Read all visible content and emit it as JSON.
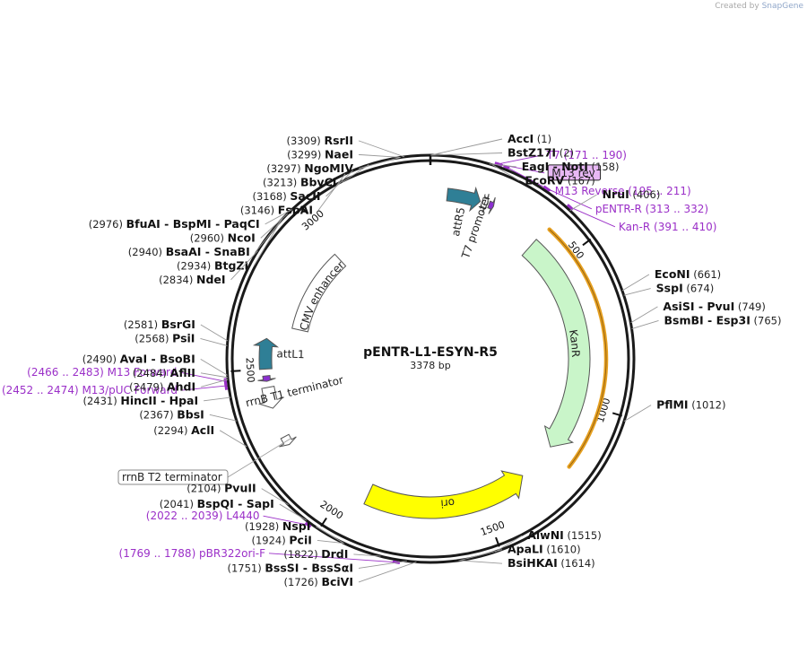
{
  "credit": {
    "prefix": "Created by",
    "brand": "SnapGene"
  },
  "plasmid": {
    "name": "pENTR-L1-ESYN-R5",
    "size_label": "3378 bp",
    "length": 3378
  },
  "ticks": [
    {
      "label": "500",
      "pos": 500
    },
    {
      "label": "1000",
      "pos": 1000
    },
    {
      "label": "1500",
      "pos": 1500
    },
    {
      "label": "2000",
      "pos": 2000
    },
    {
      "label": "2500",
      "pos": 2500
    },
    {
      "label": "3000",
      "pos": 3000
    }
  ],
  "sites": [
    {
      "pos": 1,
      "side": "right",
      "names": [
        "AccI"
      ],
      "coord": "(1)"
    },
    {
      "pos": 2,
      "side": "right",
      "names": [
        "BstZ17I"
      ],
      "coord": "(2)"
    },
    {
      "pos": 158,
      "side": "right",
      "names": [
        "EagI",
        "NotI"
      ],
      "coord": "(158)"
    },
    {
      "pos": 167,
      "side": "right",
      "names": [
        "EcoRV"
      ],
      "coord": "(167)"
    },
    {
      "pos": 406,
      "side": "right",
      "names": [
        "NruI"
      ],
      "coord": "(406)"
    },
    {
      "pos": 661,
      "side": "right",
      "names": [
        "EcoNI"
      ],
      "coord": "(661)"
    },
    {
      "pos": 674,
      "side": "right",
      "names": [
        "SspI"
      ],
      "coord": "(674)"
    },
    {
      "pos": 749,
      "side": "right",
      "names": [
        "AsiSI",
        "PvuI"
      ],
      "coord": "(749)"
    },
    {
      "pos": 765,
      "side": "right",
      "names": [
        "BsmBI",
        "Esp3I"
      ],
      "coord": "(765)"
    },
    {
      "pos": 1012,
      "side": "right",
      "names": [
        "PflMI"
      ],
      "coord": "(1012)"
    },
    {
      "pos": 1515,
      "side": "right",
      "names": [
        "AlwNI"
      ],
      "coord": "(1515)"
    },
    {
      "pos": 1610,
      "side": "right",
      "names": [
        "ApaLI"
      ],
      "coord": "(1610)"
    },
    {
      "pos": 1614,
      "side": "right",
      "names": [
        "BsiHKAI"
      ],
      "coord": "(1614)"
    },
    {
      "pos": 1726,
      "side": "left",
      "names": [
        "BciVI"
      ],
      "coord": "(1726)"
    },
    {
      "pos": 1751,
      "side": "left",
      "names": [
        "BssSI",
        "BssSαI"
      ],
      "coord": "(1751)"
    },
    {
      "pos": 1822,
      "side": "left",
      "names": [
        "DrdI"
      ],
      "coord": "(1822)"
    },
    {
      "pos": 1924,
      "side": "left",
      "names": [
        "PciI"
      ],
      "coord": "(1924)"
    },
    {
      "pos": 1928,
      "side": "left",
      "names": [
        "NspI"
      ],
      "coord": "(1928)"
    },
    {
      "pos": 2041,
      "side": "left",
      "names": [
        "BspQI",
        "SapI"
      ],
      "coord": "(2041)"
    },
    {
      "pos": 2104,
      "side": "left",
      "names": [
        "PvuII"
      ],
      "coord": "(2104)"
    },
    {
      "pos": 2294,
      "side": "left",
      "names": [
        "AclI"
      ],
      "coord": "(2294)"
    },
    {
      "pos": 2367,
      "side": "left",
      "names": [
        "BbsI"
      ],
      "coord": "(2367)"
    },
    {
      "pos": 2431,
      "side": "left",
      "names": [
        "HincII",
        "HpaI"
      ],
      "coord": "(2431)"
    },
    {
      "pos": 2479,
      "side": "left",
      "names": [
        "AhdI"
      ],
      "coord": "(2479)"
    },
    {
      "pos": 2484,
      "side": "left",
      "names": [
        "AflII"
      ],
      "coord": "(2484)"
    },
    {
      "pos": 2490,
      "side": "left",
      "names": [
        "AvaI",
        "BsoBI"
      ],
      "coord": "(2490)"
    },
    {
      "pos": 2568,
      "side": "left",
      "names": [
        "PsiI"
      ],
      "coord": "(2568)"
    },
    {
      "pos": 2581,
      "side": "left",
      "names": [
        "BsrGI"
      ],
      "coord": "(2581)"
    },
    {
      "pos": 2834,
      "side": "left",
      "names": [
        "NdeI"
      ],
      "coord": "(2834)"
    },
    {
      "pos": 2934,
      "side": "left",
      "names": [
        "BtgZI"
      ],
      "coord": "(2934)"
    },
    {
      "pos": 2940,
      "side": "left",
      "names": [
        "BsaAI",
        "SnaBI"
      ],
      "coord": "(2940)"
    },
    {
      "pos": 2960,
      "side": "left",
      "names": [
        "NcoI"
      ],
      "coord": "(2960)"
    },
    {
      "pos": 2976,
      "side": "left",
      "names": [
        "BfuAI",
        "BspMI",
        "PaqCI"
      ],
      "coord": "(2976)"
    },
    {
      "pos": 3146,
      "side": "left",
      "names": [
        "FspAI"
      ],
      "coord": "(3146)"
    },
    {
      "pos": 3168,
      "side": "left",
      "names": [
        "SacII"
      ],
      "coord": "(3168)"
    },
    {
      "pos": 3213,
      "side": "left",
      "names": [
        "BbvCI"
      ],
      "coord": "(3213)"
    },
    {
      "pos": 3297,
      "side": "left",
      "names": [
        "NgoMIV"
      ],
      "coord": "(3297)"
    },
    {
      "pos": 3299,
      "side": "left",
      "names": [
        "NaeI"
      ],
      "coord": "(3299)"
    },
    {
      "pos": 3309,
      "side": "left",
      "names": [
        "RsrII"
      ],
      "coord": "(3309)"
    }
  ],
  "primers": [
    {
      "name": "T7",
      "range": "(171 .. 190)",
      "start": 171,
      "end": 190,
      "side": "right"
    },
    {
      "name": "M13 rev",
      "range": "",
      "start": 176,
      "end": 192,
      "side": "right",
      "boxed": true
    },
    {
      "name": "M13 Reverse",
      "range": "(195 .. 211)",
      "start": 195,
      "end": 211,
      "side": "right"
    },
    {
      "name": "pENTR-R",
      "range": "(313 .. 332)",
      "start": 313,
      "end": 332,
      "side": "right"
    },
    {
      "name": "Kan-R",
      "range": "(391 .. 410)",
      "start": 391,
      "end": 410,
      "side": "right"
    },
    {
      "name": "pBR322ori-F",
      "range": "(1769 .. 1788)",
      "start": 1769,
      "end": 1788,
      "side": "left"
    },
    {
      "name": "L4440",
      "range": "(2022 .. 2039)",
      "start": 2022,
      "end": 2039,
      "side": "left"
    },
    {
      "name": "M13/pUC Forward",
      "range": "(2452 .. 2474)",
      "start": 2452,
      "end": 2474,
      "side": "left"
    },
    {
      "name": "M13 Forward",
      "range": "(2466 .. 2483)",
      "start": 2466,
      "end": 2483,
      "side": "left"
    }
  ],
  "features": [
    {
      "name": "attR5",
      "start": 55,
      "end": 165,
      "direction": "forward",
      "color": "#2f7f96",
      "shape": "small-arrow"
    },
    {
      "name": "T7 promoter",
      "start": 171,
      "end": 190,
      "direction": "forward",
      "color": "#ffffff",
      "shape": "tiny-arrow"
    },
    {
      "name": "M13 rev",
      "start": 195,
      "end": 211,
      "direction": "forward",
      "color": "#8b2fd0",
      "shape": "tiny-box"
    },
    {
      "name": "KanR",
      "start": 390,
      "end": 1185,
      "direction": "forward",
      "color": "#c9f5c9",
      "shape": "big-arrow"
    },
    {
      "name": "ori",
      "start": 1330,
      "end": 1920,
      "direction": "reverse",
      "color": "#ffff00",
      "shape": "big-arrow"
    },
    {
      "name": "rrnB T2 terminator",
      "start": 2240,
      "end": 2270,
      "direction": "reverse",
      "color": "#ffffff",
      "shape": "tiny-arrow",
      "boxed_label": true
    },
    {
      "name": "rrnB T1 terminator",
      "start": 2370,
      "end": 2440,
      "direction": "reverse",
      "color": "#ffffff",
      "shape": "small-arrow"
    },
    {
      "name": "M13 fwd",
      "start": 2460,
      "end": 2478,
      "direction": "reverse",
      "color": "#8b2fd0",
      "shape": "tiny-box"
    },
    {
      "name": "attL1",
      "start": 2500,
      "end": 2600,
      "direction": "forward",
      "color": "#2f7f96",
      "shape": "small-arrow"
    },
    {
      "name": "CMV enhancer",
      "start": 2650,
      "end": 2980,
      "direction": "forward",
      "color": "#ffffff",
      "shape": "box",
      "label_inside": true
    }
  ],
  "orf": {
    "name": "KanR ORF",
    "start": 400,
    "end": 1200,
    "color": "#e6a020"
  },
  "colors": {
    "backbone": "#1a1a1a",
    "primer": "#9b30c8",
    "label_line": "#999999"
  }
}
